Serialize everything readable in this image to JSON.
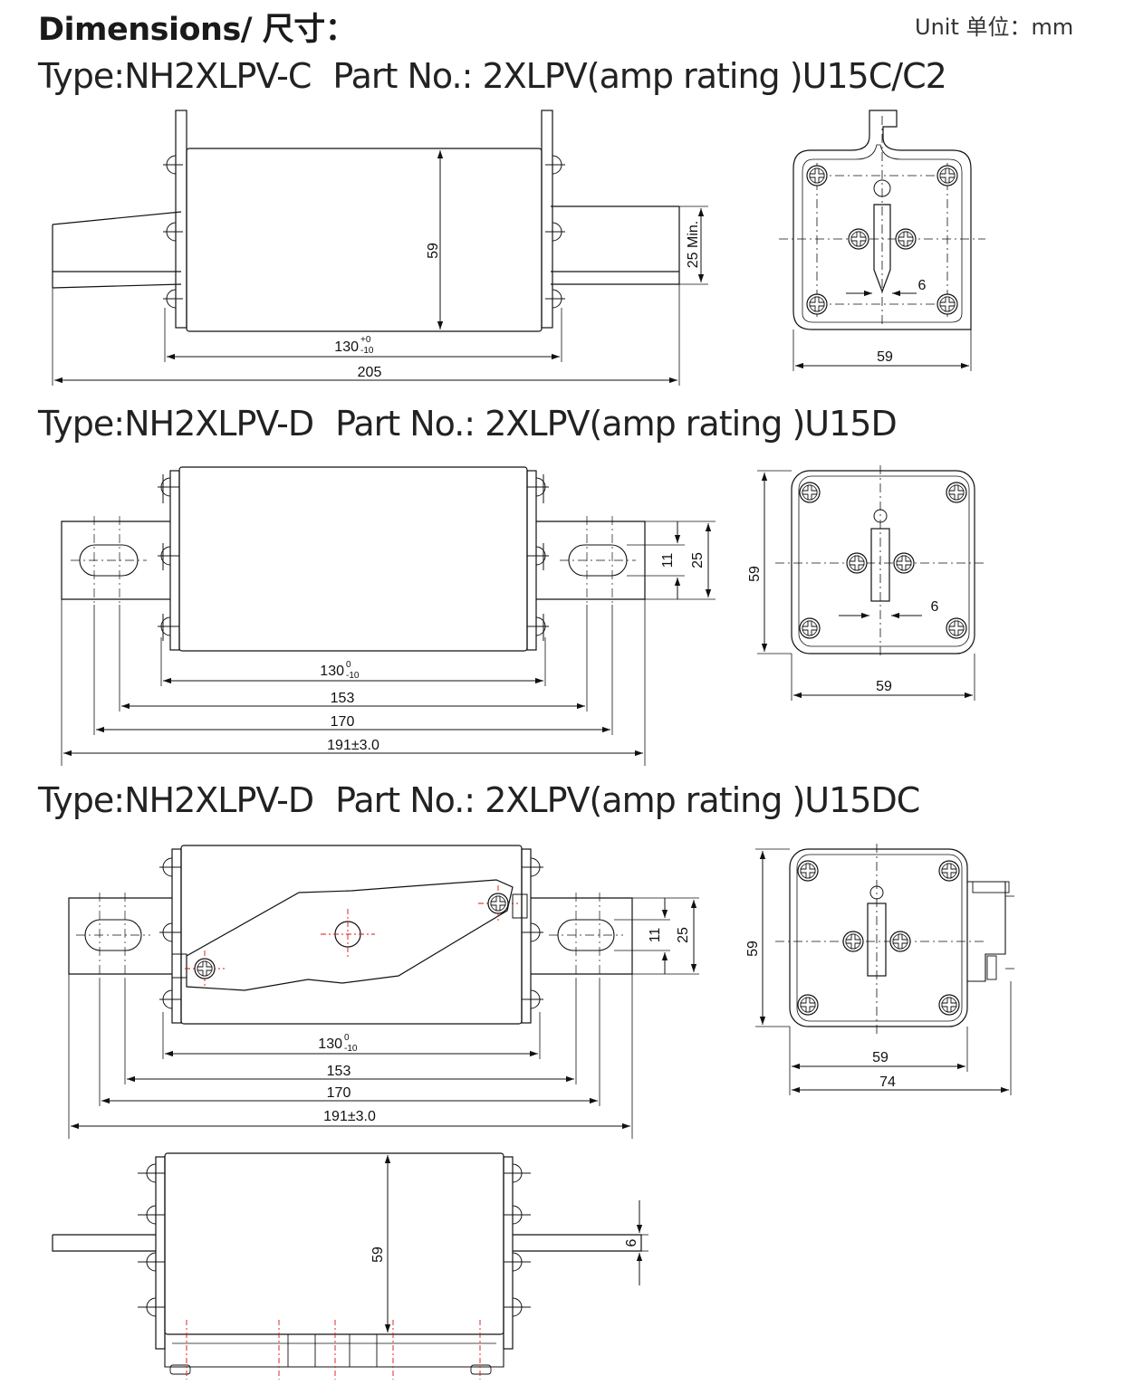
{
  "header": {
    "title": "Dimensions/ 尺寸：",
    "unit": "Unit 单位：mm"
  },
  "sections": [
    {
      "type": "Type:NH2XLPV-C",
      "part_no": "Part No.: 2XLPV(amp rating )U15C/C2",
      "dims": {
        "height": "59",
        "blade_min": "25 Min.",
        "body_base": "130",
        "body_sup": "+0",
        "body_sub": "-10",
        "overall": "205",
        "end_width": "59",
        "slot": "6"
      }
    },
    {
      "type": "Type:NH2XLPV-D",
      "part_no": "Part No.: 2XLPV(amp rating )U15D",
      "dims": {
        "slot_h": "11",
        "blade_h": "25",
        "body_base": "130",
        "body_sup": "0",
        "body_sub": "-10",
        "d153": "153",
        "d170": "170",
        "d191": "191±3.0",
        "end_h": "59",
        "end_w": "59",
        "slot": "6"
      }
    },
    {
      "type": "Type:NH2XLPV-D",
      "part_no": "Part No.: 2XLPV(amp rating )U15DC",
      "dims": {
        "slot_h": "11",
        "blade_h": "25",
        "body_base": "130",
        "body_sup": "0",
        "body_sub": "-10",
        "d153": "153",
        "d170": "170",
        "d191": "191±3.0",
        "end_h": "59",
        "end_w": "59",
        "end_w2": "74",
        "side_h": "59",
        "blade_t": "6"
      }
    }
  ]
}
